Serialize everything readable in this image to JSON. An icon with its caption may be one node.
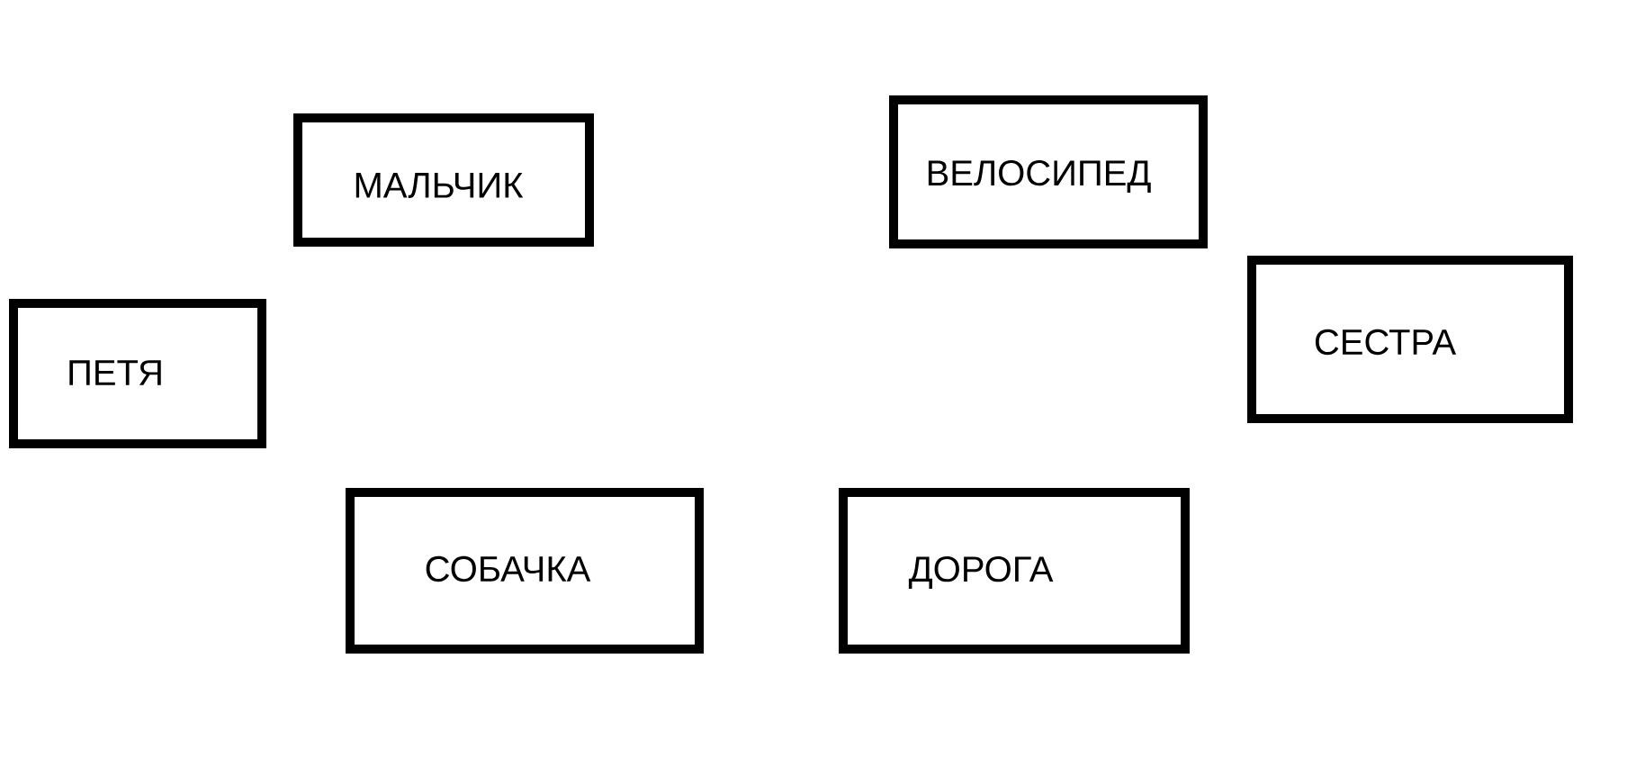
{
  "diagram": {
    "nodes": [
      {
        "text": [
          "МАЛЬЧИК"
        ]
      },
      {
        "text": [
          "ВЕЛОСИПЕД"
        ]
      },
      {
        "text": [
          "ПЕТЯ"
        ]
      },
      {
        "text": [
          "СЕСТРА"
        ]
      },
      {
        "text": [
          "СОБАЧКА"
        ]
      },
      {
        "text": [
          "ДОРОГА"
        ]
      }
    ]
  }
}
